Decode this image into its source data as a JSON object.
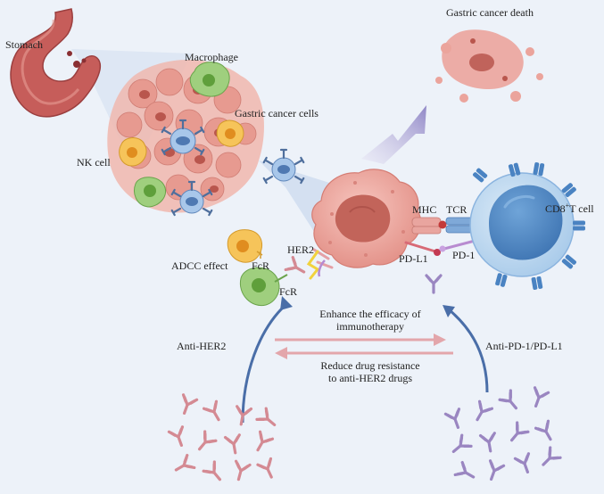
{
  "labels": {
    "stomach": "Stomach",
    "macrophage": "Macrophage",
    "gastric_cancer_cells": "Gastric cancer cells",
    "nk_cell": "NK cell",
    "gastric_cancer_death": "Gastric cancer death",
    "mhc": "MHC",
    "tcr": "TCR",
    "cd8_prefix": "CD8",
    "cd8_sup": "+",
    "cd8_suffix": "T cell",
    "her2": "HER2",
    "pd_l1": "PD-L1",
    "pd_1": "PD-1",
    "adcc_effect": "ADCC effect",
    "fcr_upper": "FcR",
    "fcr_lower": "FcR",
    "anti_her2": "Anti-HER2",
    "anti_pd1_pdl1": "Anti-PD-1/PD-L1",
    "enhance_line1": "Enhance the efficacy of",
    "enhance_line2": "immunotherapy",
    "reduce_line1": "Reduce drug resistance",
    "reduce_line2": "to anti-HER2 drugs"
  },
  "colors": {
    "background": "#edf2f9",
    "cancer": "#eba49c",
    "cancer_dark": "#b9564d",
    "tcell": "#b9d6ef",
    "tcell_nucleus": "#4f8ac6",
    "antibody_her2": "#d98a92",
    "antibody_pd": "#9b86c2",
    "arrow_blue": "#4a6ea8",
    "arrow_pink": "#e3a6ab"
  }
}
